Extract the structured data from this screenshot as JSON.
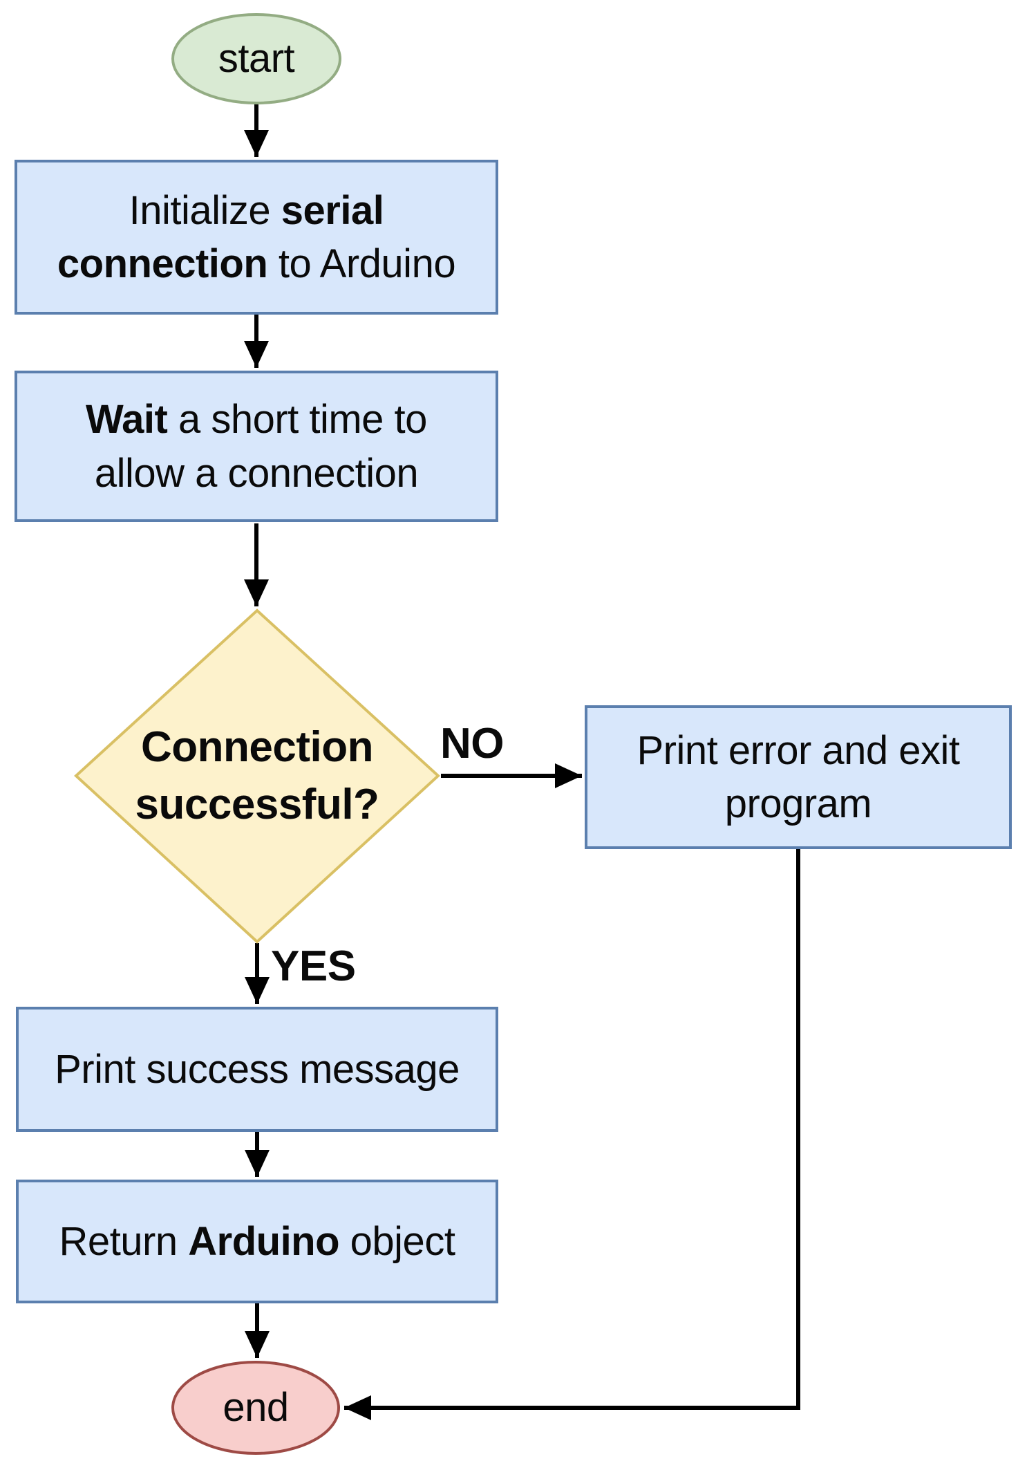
{
  "diagram": {
    "type": "flowchart",
    "palette": {
      "background": "#ffffff",
      "start_fill": "#d9ead3",
      "start_stroke": "#93ac83",
      "process_fill": "#d8e7fb",
      "process_stroke": "#5b7fae",
      "decision_fill": "#fdf2cc",
      "decision_stroke": "#d9c064",
      "end_fill": "#f8cecc",
      "end_stroke": "#9e4a45",
      "arrow_color": "#000000",
      "text_color": "#0a0a0a"
    },
    "nodes": {
      "start": {
        "label": "start"
      },
      "initialize": {
        "line1": [
          {
            "t": "Initialize "
          },
          {
            "t": "serial"
          }
        ],
        "line2": [
          {
            "t": "connection"
          },
          {
            "t": " to Arduino"
          }
        ]
      },
      "wait": {
        "line1": [
          {
            "t": "Wait"
          },
          {
            "t": " a short time to"
          }
        ],
        "line2": [
          {
            "t": "allow a connection"
          }
        ]
      },
      "decision": {
        "line1": "Connection",
        "line2": "successful?"
      },
      "error": {
        "line1": "Print error and exit",
        "line2": "program"
      },
      "success": {
        "label": "Print success message"
      },
      "return": {
        "line1": [
          {
            "t": "Return "
          },
          {
            "t": "Arduino"
          },
          {
            "t": " object"
          }
        ]
      },
      "end": {
        "label": "end"
      }
    },
    "edges": {
      "no_label": "NO",
      "yes_label": "YES"
    }
  }
}
